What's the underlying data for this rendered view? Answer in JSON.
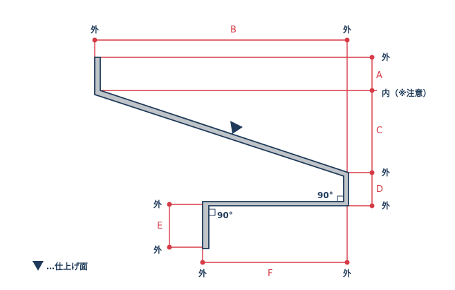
{
  "labels": {
    "outside": "外",
    "inside_note": "内（※注意）",
    "angle": "90°",
    "legend": "…仕上げ面"
  },
  "dimensions": {
    "A": "A",
    "B": "B",
    "C": "C",
    "D": "D",
    "E": "E",
    "F": "F"
  },
  "colors": {
    "dimension_line": "#d63a45",
    "profile_fill": "#bfc4c9",
    "profile_stroke": "#1f3a5a",
    "text_navy": "#1f3a5a"
  },
  "icons": {
    "finish_marker": "triangle-down-icon"
  }
}
